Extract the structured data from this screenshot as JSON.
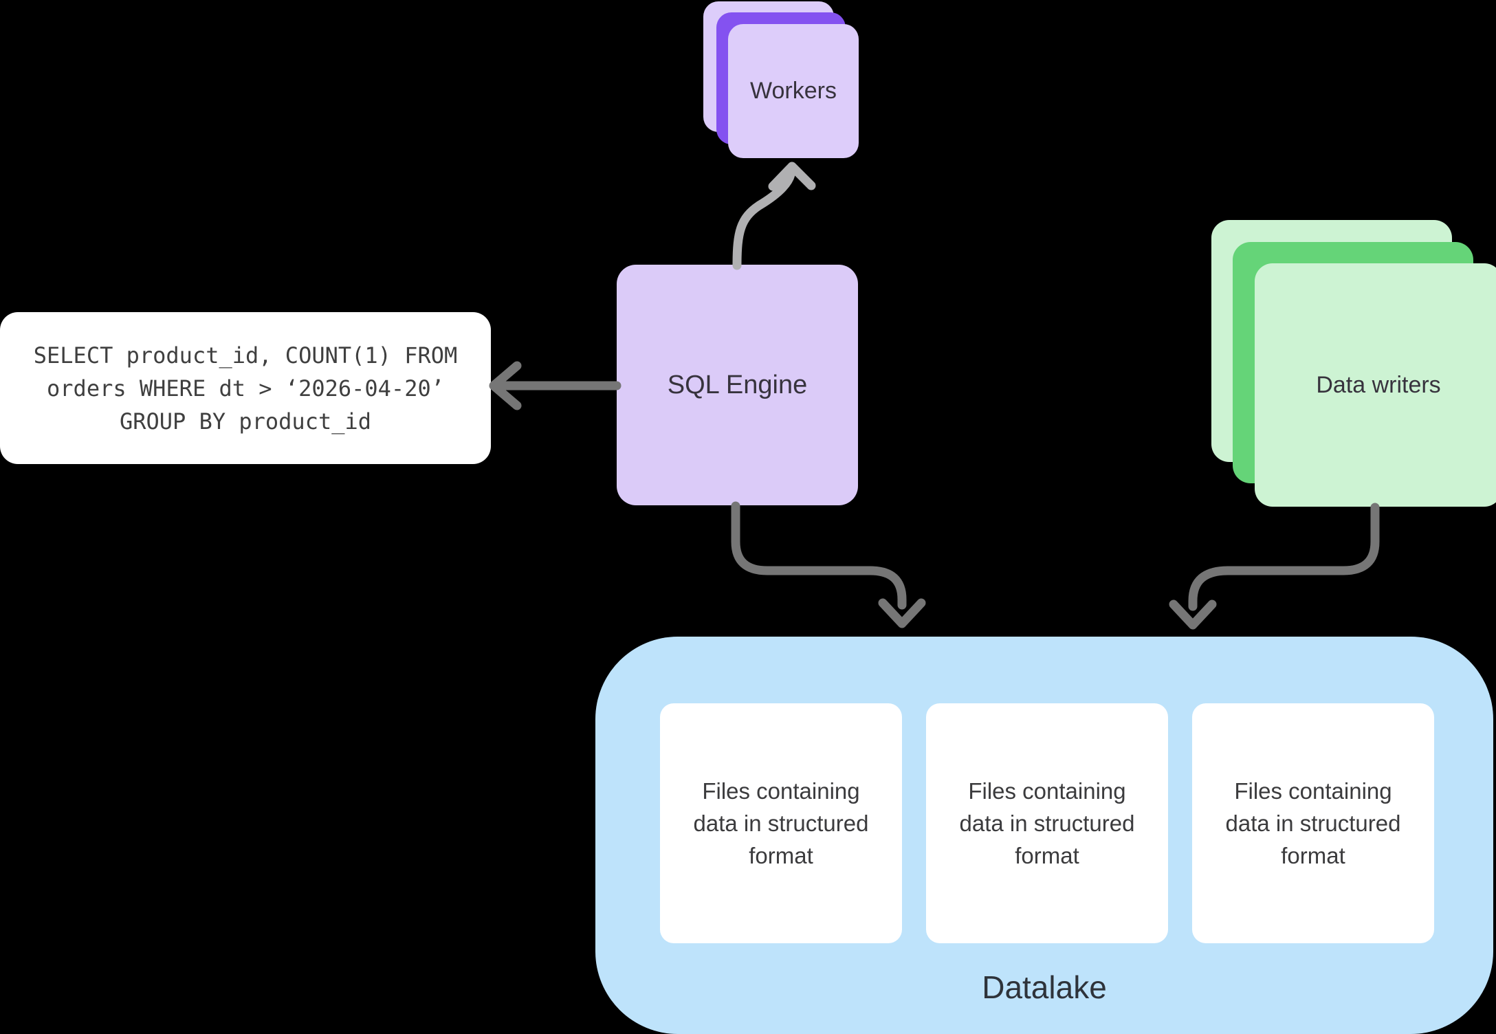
{
  "diagram": {
    "query_box": {
      "lines": [
        "SELECT product_id, COUNT(1) FROM",
        "orders WHERE dt > ‘2026-04-20’",
        "GROUP BY product_id"
      ]
    },
    "sql_engine": {
      "label": "SQL Engine"
    },
    "workers": {
      "label": "Workers"
    },
    "data_writers": {
      "label": "Data writers"
    },
    "datalake": {
      "label": "Datalake",
      "file_cards": [
        {
          "text": "Files containing\ndata in structured\nformat"
        },
        {
          "text": "Files containing\ndata in structured\nformat"
        },
        {
          "text": "Files containing\ndata in structured\nformat"
        }
      ]
    },
    "colors": {
      "background": "#000000",
      "lavender": "#DDCDFA",
      "purple_accent": "#8452F0",
      "green_light": "#CDF3D3",
      "green_accent": "#65D478",
      "datalake_blue": "#BEE3FB",
      "card_white": "#FFFFFF",
      "arrow_dark": "#767676",
      "arrow_light": "#B0B0B2",
      "text_dark": "#37333D"
    }
  }
}
